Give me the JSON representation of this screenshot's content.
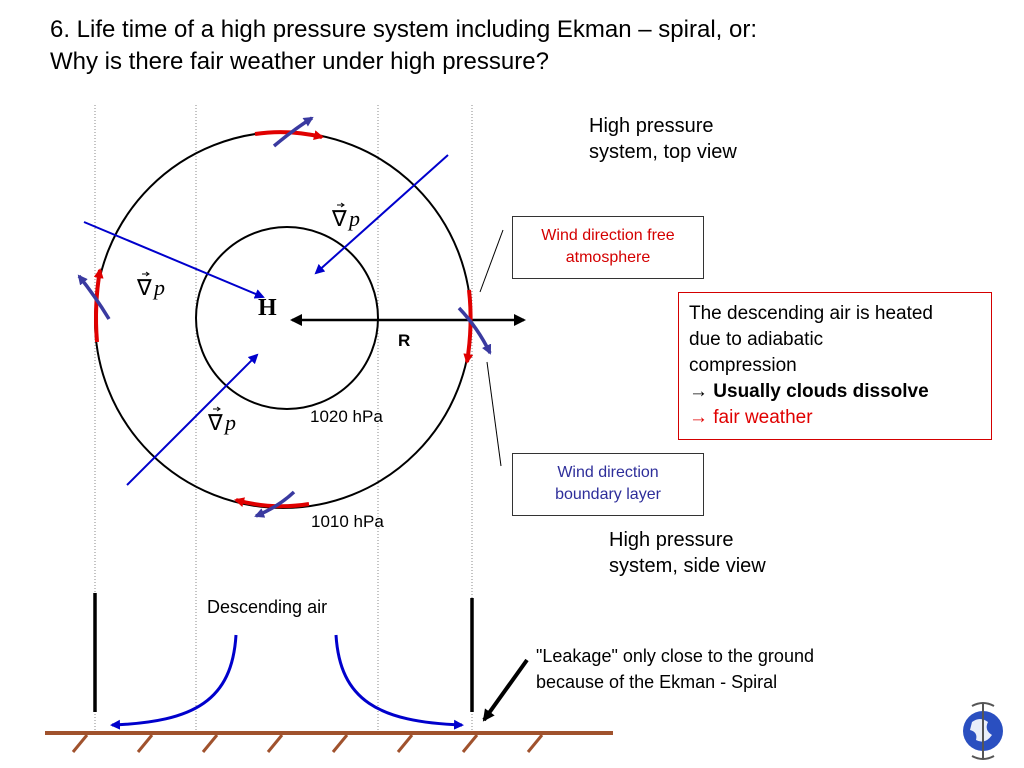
{
  "title_line1": "6. Life time of a high pressure system including Ekman – spiral, or:",
  "title_line2": "Why is there fair weather under high pressure?",
  "top_view_line1": "High pressure",
  "top_view_line2": "system, top view",
  "side_view_line1": "High pressure",
  "side_view_line2": "system, side view",
  "wind_free_line1": "Wind direction free",
  "wind_free_line2": "atmosphere",
  "wind_boundary_line1": "Wind direction",
  "wind_boundary_line2": "boundary layer",
  "heat_line1": "The descending air is heated",
  "heat_line2": "due to adiabatic",
  "heat_line3": "compression",
  "heat_arrow": "→",
  "heat_line4": "Usually clouds dissolve",
  "heat_line5": "fair weather",
  "isobar_inner": "1020 hPa",
  "isobar_outer": "1010 hPa",
  "center_label": "H",
  "radius_label": "R",
  "grad_symbol": "∇",
  "grad_var": "p",
  "descending_air": "Descending air",
  "leakage_line1": "\"Leakage\" only close to the ground",
  "leakage_line2": "because of the Ekman - Spiral",
  "colors": {
    "wind_free": "#e00000",
    "wind_boundary": "#3a3aa0",
    "gradient_arrow": "#0000cc",
    "ground": "#a0522d"
  }
}
